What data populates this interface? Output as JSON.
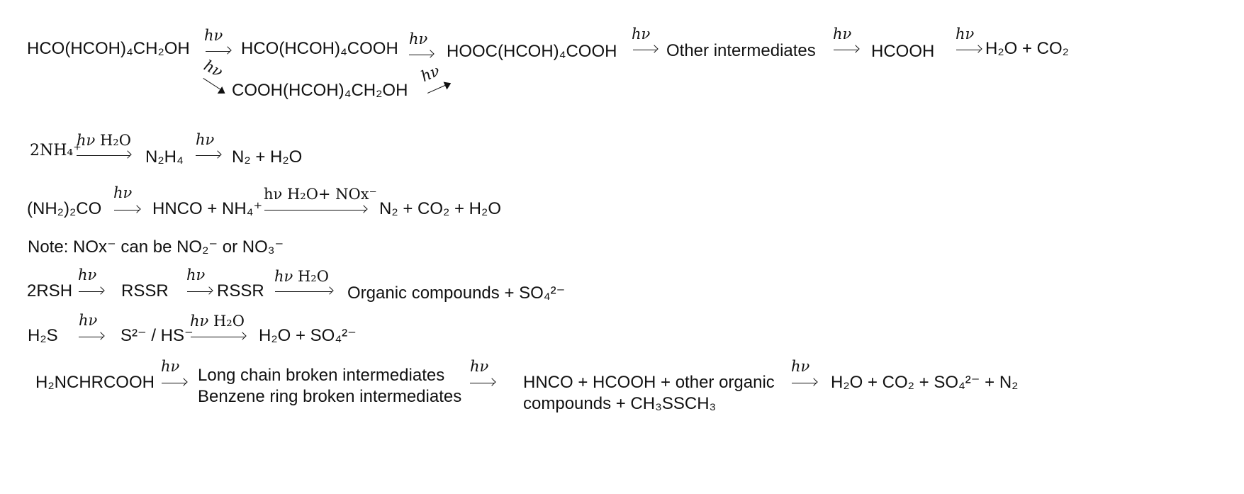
{
  "hv": "hν",
  "h2o_cond": "H₂O",
  "row1": {
    "s1": "HCO(HCOH)₄CH₂OH",
    "s2": "HCO(HCOH)₄COOH",
    "s3": "HOOC(HCOH)₄COOH",
    "s4": "Other intermediates",
    "s5": "HCOOH",
    "s6": "H₂O + CO₂",
    "branch": "COOH(HCOH)₄CH₂OH"
  },
  "row2": {
    "s1": "2NH₄⁺",
    "s2": "N₂H₄",
    "s3": "N₂ + H₂O"
  },
  "row3": {
    "s1": "(NH₂)₂CO",
    "s2": "HNCO + NH₄⁺",
    "cond": "hν H₂O+ NOx⁻",
    "s3": "N₂ + CO₂ + H₂O"
  },
  "row4": {
    "note": "Note:  NOx⁻ can be NO₂⁻ or NO₃⁻"
  },
  "row5": {
    "s1": "2RSH",
    "s2": "RSSR",
    "s3": "RSSR",
    "s4": "Organic compounds + SO₄²⁻"
  },
  "row6": {
    "s1": "H₂S",
    "s2": "S²⁻ / HS⁻",
    "s3": "H₂O + SO₄²⁻"
  },
  "row7": {
    "s1": "H₂NCHRCOOH",
    "s2a": "Long chain broken intermediates",
    "s2b": "Benzene ring broken intermediates",
    "s3a": "HNCO + HCOOH + other organic",
    "s3b": "compounds + CH₃SSCH₃",
    "s4": "H₂O + CO₂ + SO₄²⁻ + N₂"
  }
}
